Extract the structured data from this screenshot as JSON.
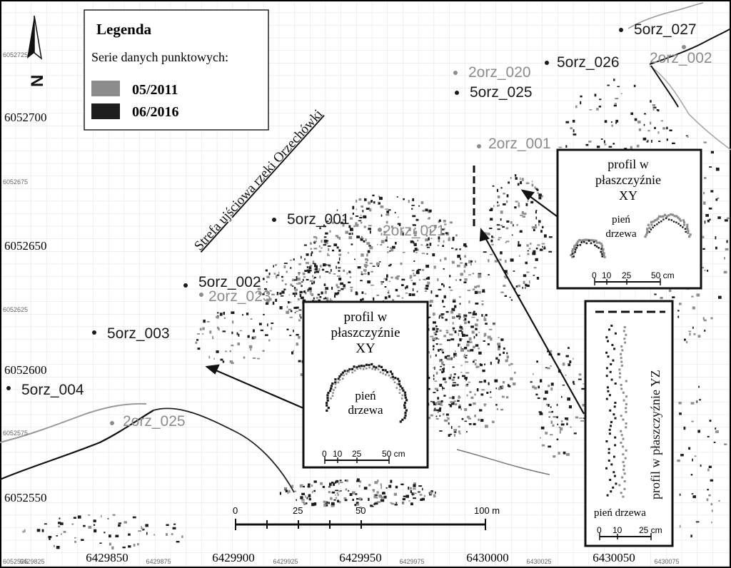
{
  "legend": {
    "title": "Legenda",
    "subtitle": "Serie danych punktowych:",
    "series": [
      {
        "label": "05/2011",
        "color": "#8c8c8c"
      },
      {
        "label": "06/2016",
        "color": "#1e1e1e"
      }
    ]
  },
  "river_label": "Strefa ujściowa rzeki Orzechówki",
  "y_labels_big": [
    "6052700",
    "6052650",
    "6052600",
    "6052550"
  ],
  "y_labels_small": [
    "6052725",
    "6052675",
    "6052625",
    "6052575",
    "6052525"
  ],
  "x_labels_big": [
    "6429850",
    "6429900",
    "6429950",
    "6430000",
    "6430050"
  ],
  "x_labels_small": [
    "6429825",
    "6429875",
    "6429925",
    "6429975",
    "6430025",
    "6430075"
  ],
  "stations": [
    {
      "label": "5orz_027",
      "color": "#1a1a1a"
    },
    {
      "label": "2orz_002",
      "color": "#8c8c8c"
    },
    {
      "label": "5orz_026",
      "color": "#1a1a1a"
    },
    {
      "label": "2orz_020",
      "color": "#8c8c8c"
    },
    {
      "label": "5orz_025",
      "color": "#1a1a1a"
    },
    {
      "label": "2orz_001",
      "color": "#8c8c8c"
    },
    {
      "label": "5orz_001",
      "color": "#1a1a1a"
    },
    {
      "label": "2orz_021",
      "color": "#8c8c8c"
    },
    {
      "label": "5orz_002",
      "color": "#1a1a1a"
    },
    {
      "label": "2orz_023",
      "color": "#8c8c8c"
    },
    {
      "label": "5orz_003",
      "color": "#1a1a1a"
    },
    {
      "label": "5orz_004",
      "color": "#1a1a1a"
    },
    {
      "label": "2orz_025",
      "color": "#8c8c8c"
    }
  ],
  "inset_xy_center": {
    "title_lines": [
      "profil w",
      "płaszczyźnie",
      "XY"
    ],
    "trunk_lines": [
      "pień",
      "drzewa"
    ],
    "scale_ticks": [
      "0",
      "10",
      "25",
      "50 cm"
    ]
  },
  "inset_xy_right": {
    "title_lines": [
      "profil w",
      "płaszczyźnie",
      "XY"
    ],
    "trunk_lines": [
      "pień",
      "drzewa"
    ],
    "scale_ticks": [
      "0",
      "10",
      "25",
      "50 cm"
    ]
  },
  "inset_yz": {
    "title": "profil w płaszczyźnie YZ",
    "trunk": "pień drzewa",
    "scale_ticks": [
      "0",
      "10",
      "25 cm"
    ]
  },
  "scale_bar": {
    "ticks": [
      "0",
      "25",
      "50",
      "100 m"
    ]
  },
  "north_arrow": {
    "letter": "N"
  }
}
